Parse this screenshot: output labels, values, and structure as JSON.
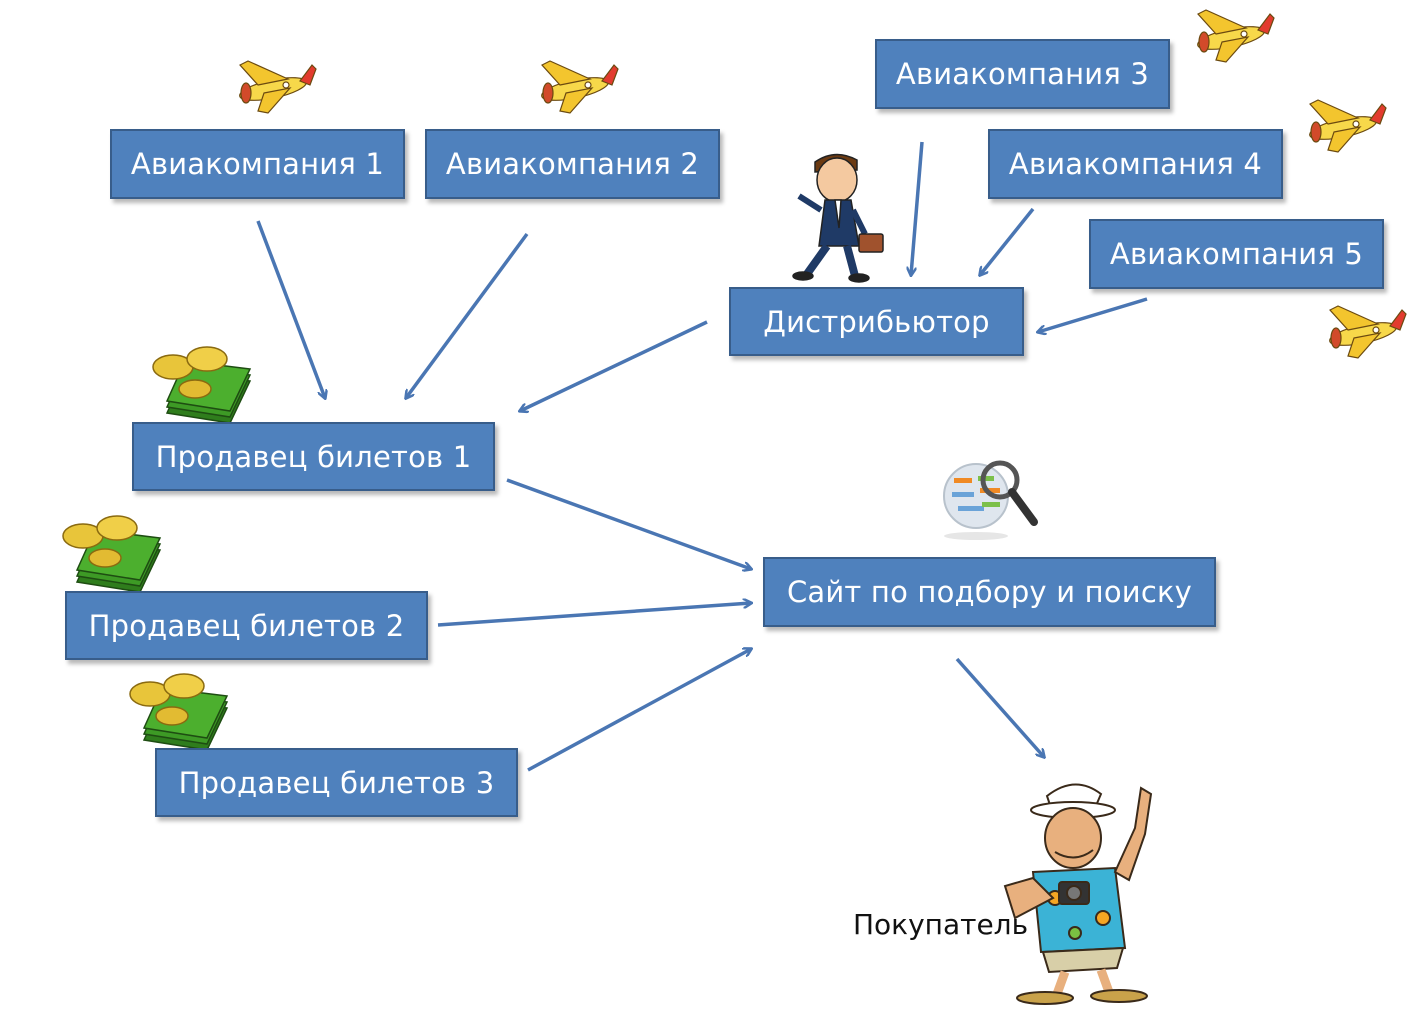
{
  "colors": {
    "box_fill": "#4f81bd",
    "box_border": "#385d8a",
    "arrow": "#4a76b3",
    "text": "#ffffff"
  },
  "airlines": [
    "Авиакомпания 1",
    "Авиакомпания 2",
    "Авиакомпания 3",
    "Авиакомпания 4",
    "Авиакомпания 5"
  ],
  "distributor": "Дистрибьютор",
  "sellers": [
    "Продавец билетов 1",
    "Продавец билетов 2",
    "Продавец билетов 3"
  ],
  "search_site": "Сайт по подбору и поиску",
  "buyer_label": "Покупатель",
  "icons": {
    "airline": "airplane-icon",
    "distributor": "businessman-icon",
    "seller": "money-icon",
    "search_site": "magnifier-icon",
    "buyer": "tourist-icon"
  }
}
